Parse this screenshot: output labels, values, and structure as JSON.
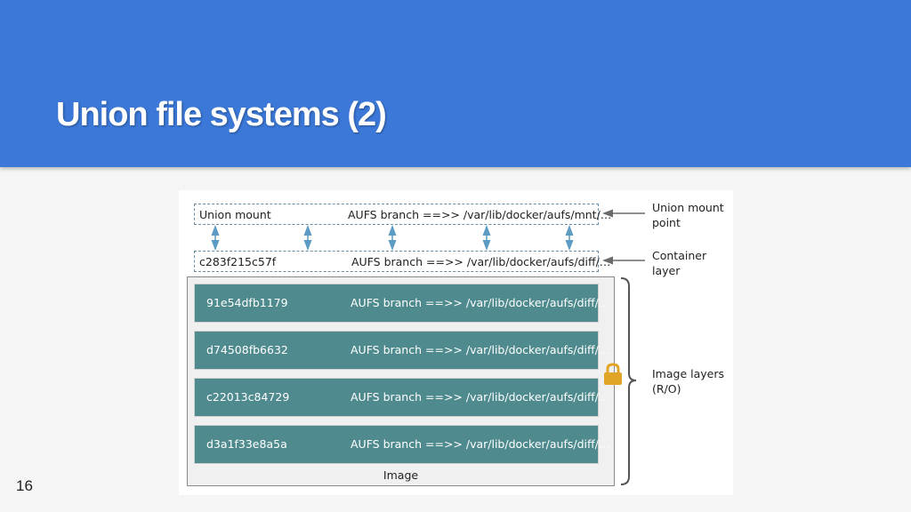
{
  "slide": {
    "title": "Union file systems (2)",
    "page_number": "16"
  },
  "diagram": {
    "union_mount": {
      "label": "Union mount",
      "path": "AUFS branch ==>> /var/lib/docker/aufs/mnt/…"
    },
    "container_layer": {
      "id": "c283f215c57f",
      "path": "AUFS branch ==>> /var/lib/docker/aufs/diff/…"
    },
    "image_layers": [
      {
        "id": "91e54dfb1179",
        "path": "AUFS branch ==>> /var/lib/docker/aufs/diff/…"
      },
      {
        "id": "d74508fb6632",
        "path": "AUFS branch ==>> /var/lib/docker/aufs/diff/…"
      },
      {
        "id": "c22013c84729",
        "path": "AUFS branch ==>> /var/lib/docker/aufs/diff/…"
      },
      {
        "id": "d3a1f33e8a5a",
        "path": "AUFS branch ==>> /var/lib/docker/aufs/diff/…"
      }
    ],
    "image_label": "Image",
    "annotations": {
      "union_mount_point": [
        "Union mount",
        "point"
      ],
      "container_layer": [
        "Container",
        "layer"
      ],
      "image_layers": [
        "Image layers",
        "(R/O)"
      ]
    },
    "icons": {
      "lock": "lock-icon"
    },
    "colors": {
      "header": "#3b78d8",
      "layer_fill": "#4f8b8e",
      "dashed_border": "#6a8ea6",
      "arrow": "#5b9bc4",
      "lock": "#e0a526"
    }
  }
}
